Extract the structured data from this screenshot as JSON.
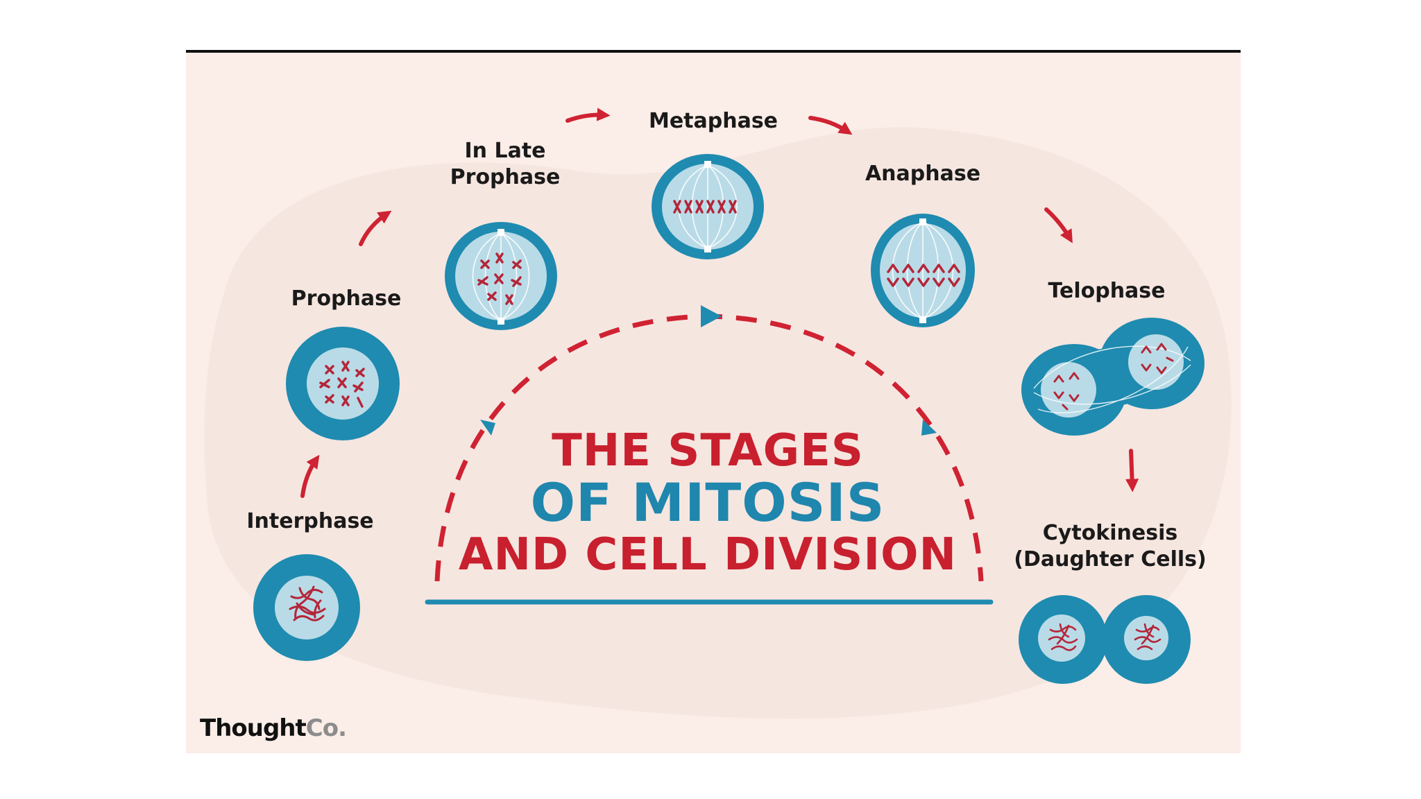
{
  "colors": {
    "cell_outer": "#1f8bb0",
    "cell_inner": "#b9dbe7",
    "cell_line": "#ffffff",
    "chromosome": "#b42639",
    "arrow_red": "#cf2232",
    "arrow_teal": "#1f8bb0",
    "title_red": "#c8202e",
    "title_teal": "#1f86ad",
    "underline": "#1f8bb0",
    "label_text": "#1a1a1a"
  },
  "stages": {
    "interphase": {
      "label": "Interphase"
    },
    "prophase": {
      "label": "Prophase"
    },
    "late_prophase": {
      "line1": "In Late",
      "line2": "Prophase"
    },
    "metaphase": {
      "label": "Metaphase"
    },
    "anaphase": {
      "label": "Anaphase"
    },
    "telophase": {
      "label": "Telophase"
    },
    "cytokinesis": {
      "line1": "Cytokinesis",
      "line2": "(Daughter Cells)"
    }
  },
  "title": {
    "line1": "THE STAGES",
    "line2": "OF MITOSIS",
    "line3": "AND CELL DIVISION"
  },
  "brand": {
    "name": "Thought",
    "suffix": "Co."
  }
}
